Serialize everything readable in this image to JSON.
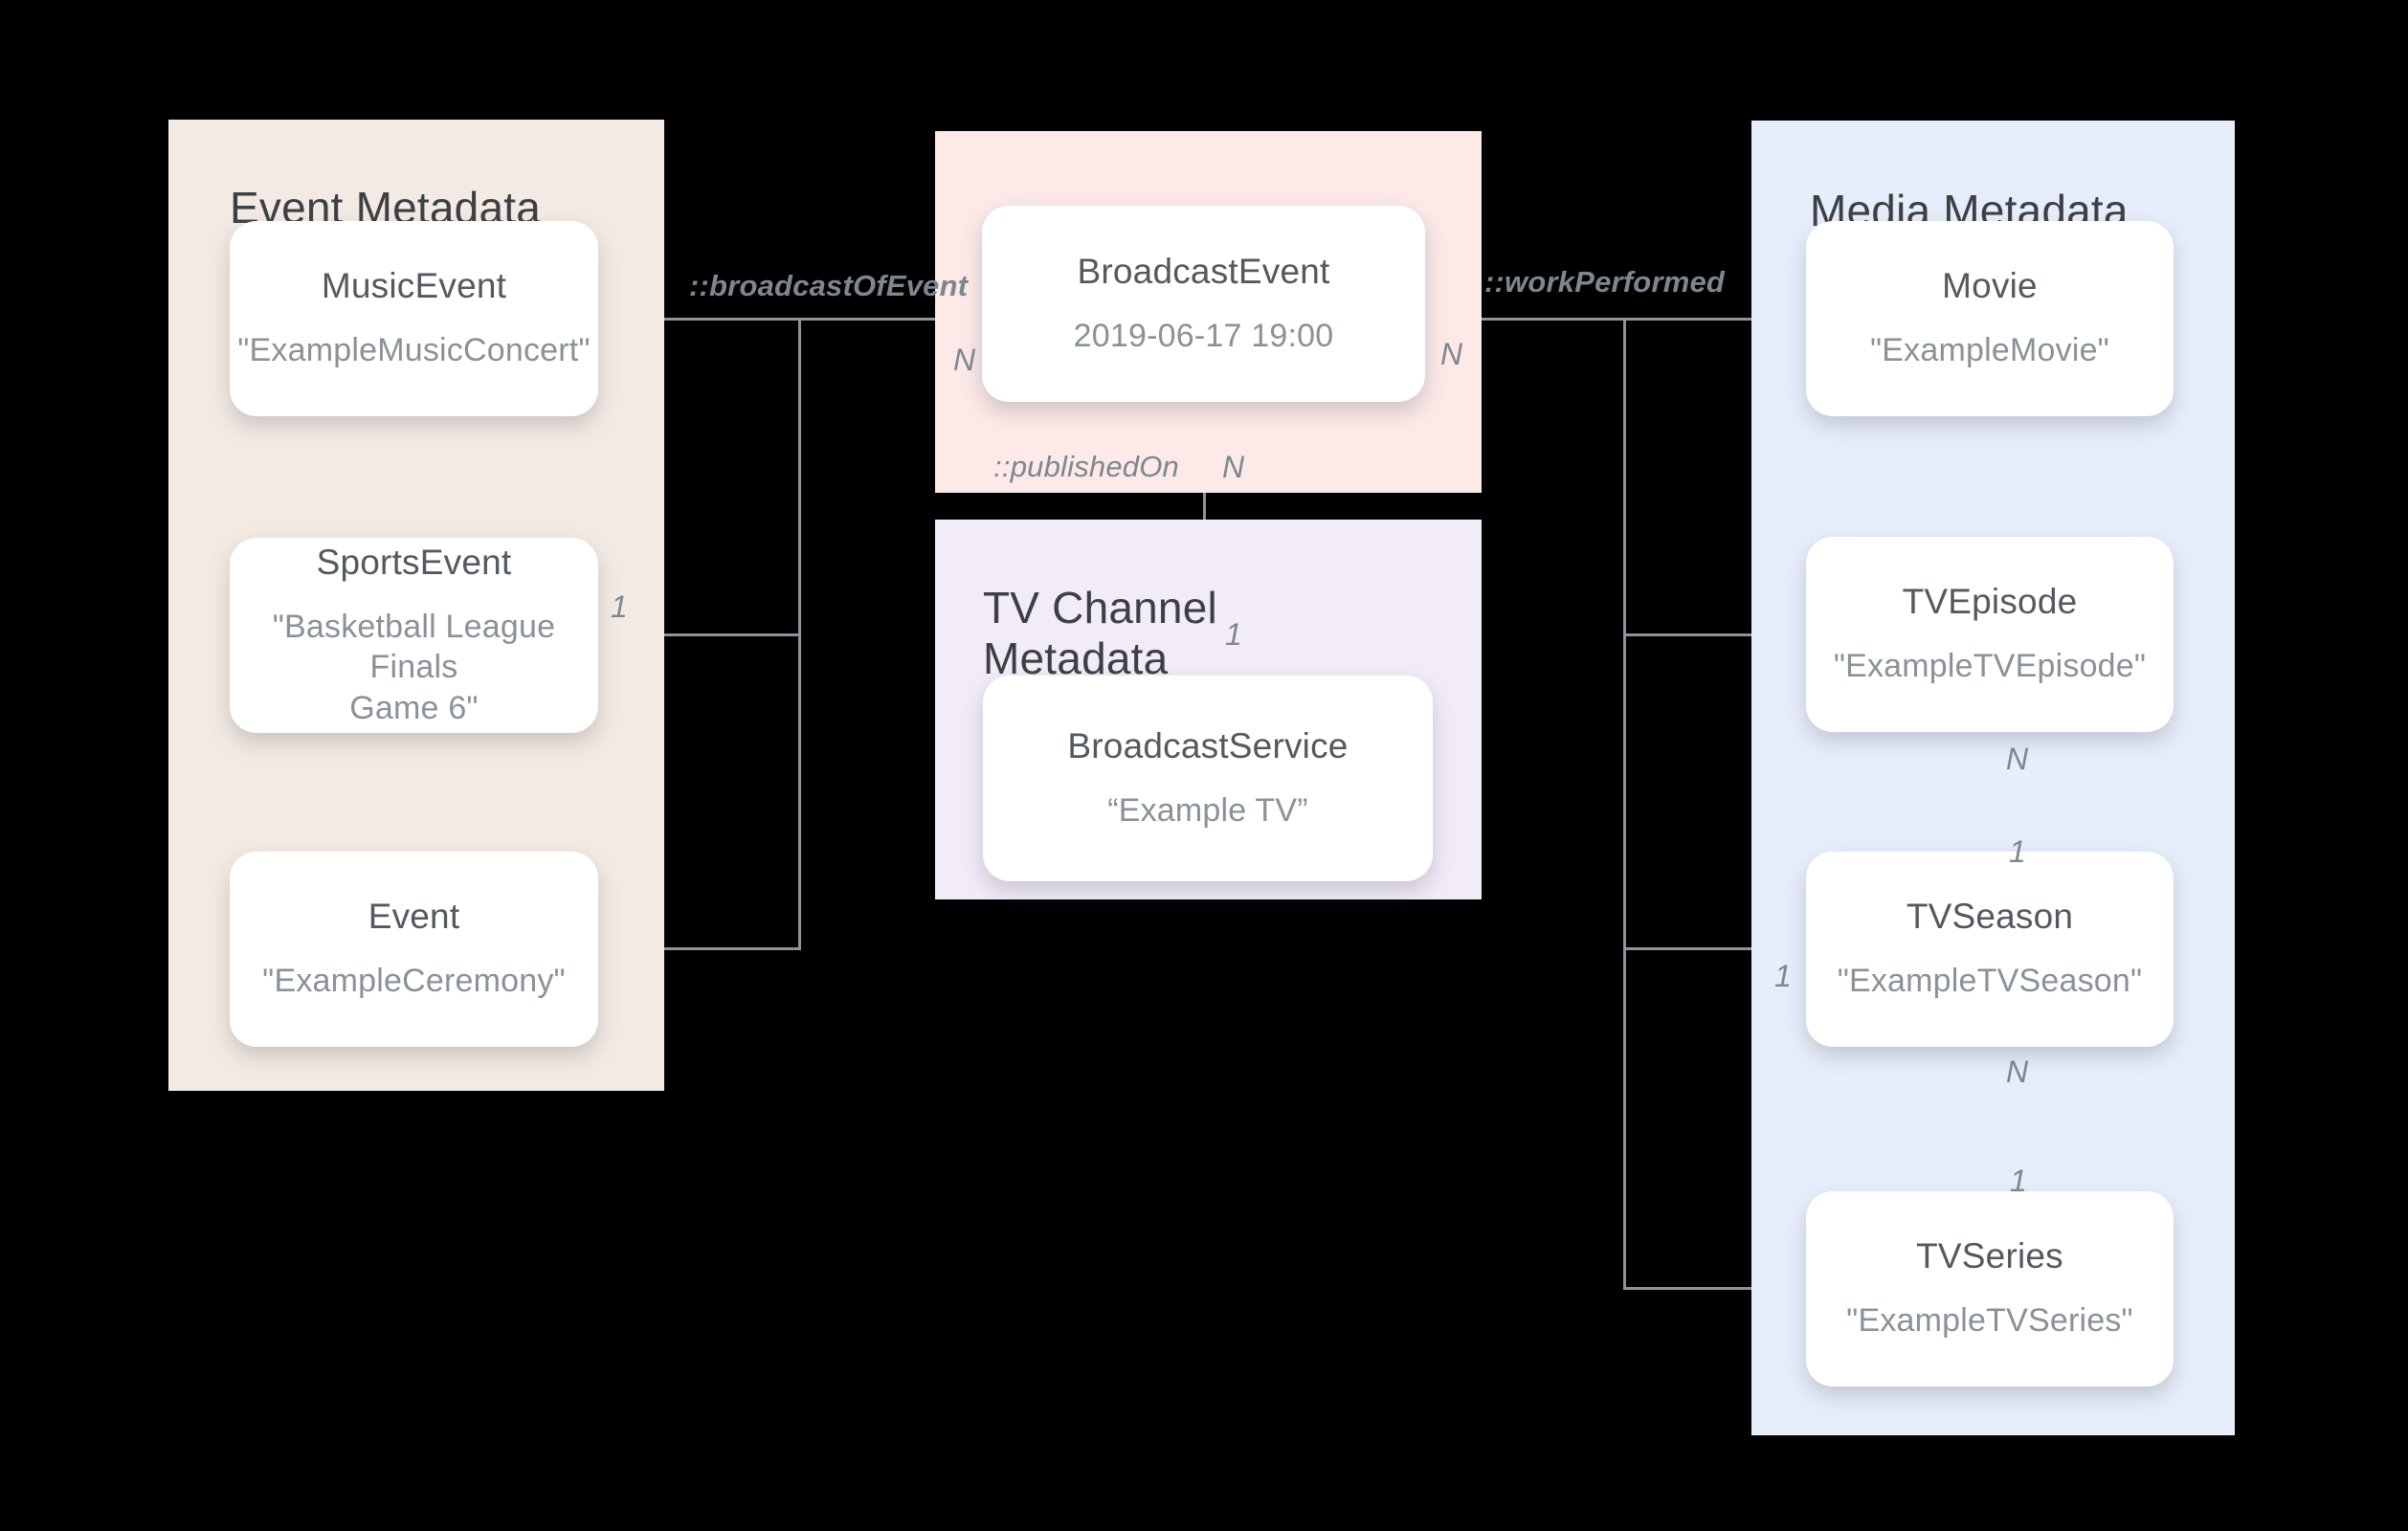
{
  "colors": {
    "canvas_bg": "#000000",
    "event_panel_bg": "#f3eae3",
    "broadcast_panel_bg": "#fce9e8",
    "tv_channel_panel_bg": "#f2ecf9",
    "media_panel_bg": "#e7eefb",
    "line_color": "#8e949a",
    "header_text": "#3c4043",
    "node_title_text": "#54595f",
    "node_value_text": "#8a9198",
    "label_text": "#7e868e"
  },
  "panels": {
    "event": {
      "title": "Event Metadata",
      "boxes": [
        {
          "title": "MusicEvent",
          "value": "\"ExampleMusicConcert\""
        },
        {
          "title": "SportsEvent",
          "value": "\"Basketball League Finals\nGame 6\""
        },
        {
          "title": "Event",
          "value": "\"ExampleCeremony\""
        }
      ]
    },
    "broadcast_event": {
      "boxes": [
        {
          "title": "BroadcastEvent",
          "value": "2019-06-17 19:00"
        }
      ]
    },
    "tv_channel": {
      "title": "TV Channel Metadata",
      "boxes": [
        {
          "title": "BroadcastService",
          "value": "“Example TV”"
        }
      ]
    },
    "media": {
      "title": "Media Metadata",
      "boxes": [
        {
          "title": "Movie",
          "value": "\"ExampleMovie\""
        },
        {
          "title": "TVEpisode",
          "value": "\"ExampleTVEpisode\""
        },
        {
          "title": "TVSeason",
          "value": "\"ExampleTVSeason\""
        },
        {
          "title": "TVSeries",
          "value": "\"ExampleTVSeries\""
        }
      ]
    }
  },
  "relations": {
    "broadcast_of_event": "::broadcastOfEvent",
    "work_performed": "::workPerformed",
    "published_on": "::publishedOn"
  },
  "cardinalities": {
    "broadcast_event_left_n": "N",
    "broadcast_event_right_n": "N",
    "published_on_n": "N",
    "published_on_1": "1",
    "sports_event_1": "1",
    "episode_season_n": "N",
    "episode_season_1": "1",
    "season_connector_1": "1",
    "season_series_n": "N",
    "season_series_1": "1"
  }
}
